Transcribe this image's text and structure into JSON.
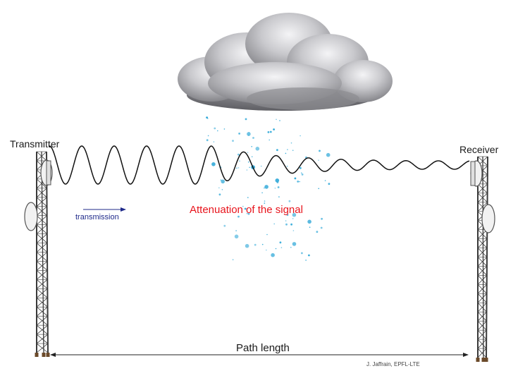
{
  "labels": {
    "transmitter": "Transmitter",
    "receiver": "Receiver",
    "transmission": "transmission",
    "attenuation": "Attenuation of the signal",
    "path_length": "Path length",
    "credit": "J. Jaffrain, EPFL-LTE"
  },
  "colors": {
    "attenuation_text": "#e8141c",
    "transmission_text": "#1f2a8a",
    "rain_drops": "#2fa8d8",
    "wave": "#111111",
    "tower": "#3a3a3a",
    "cloud": "#b8b8bc"
  },
  "icons": {
    "cloud": "storm-cloud-icon",
    "rain": "rain-drops-icon",
    "tower_left": "antenna-tower-icon",
    "tower_right": "antenna-tower-icon"
  }
}
